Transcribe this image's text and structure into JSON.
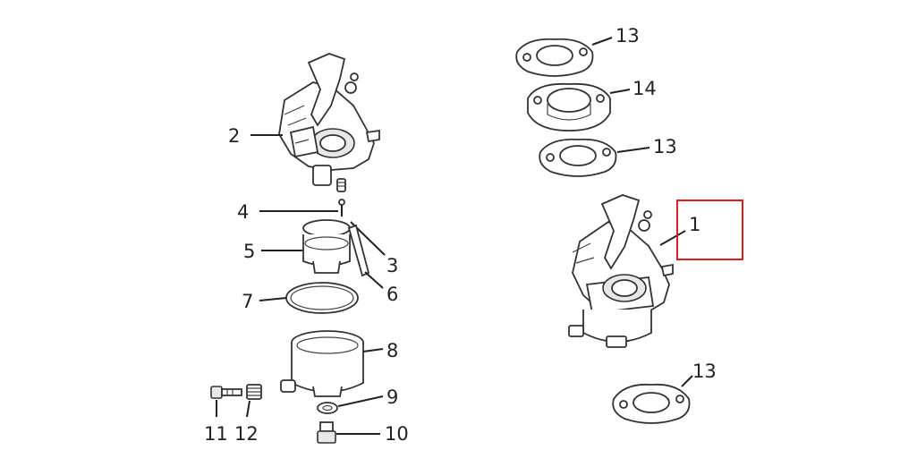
{
  "colors": {
    "line": "#222222",
    "highlight": "#d92020",
    "background": "#ffffff"
  },
  "callouts": {
    "c1": "1",
    "c2": "2",
    "c3": "3",
    "c4": "4",
    "c5": "5",
    "c6": "6",
    "c7": "7",
    "c8": "8",
    "c9": "9",
    "c10": "10",
    "c11": "11",
    "c12": "12",
    "c13a": "13",
    "c13b": "13",
    "c13c": "13",
    "c14": "14"
  },
  "highlighted_part": "1"
}
